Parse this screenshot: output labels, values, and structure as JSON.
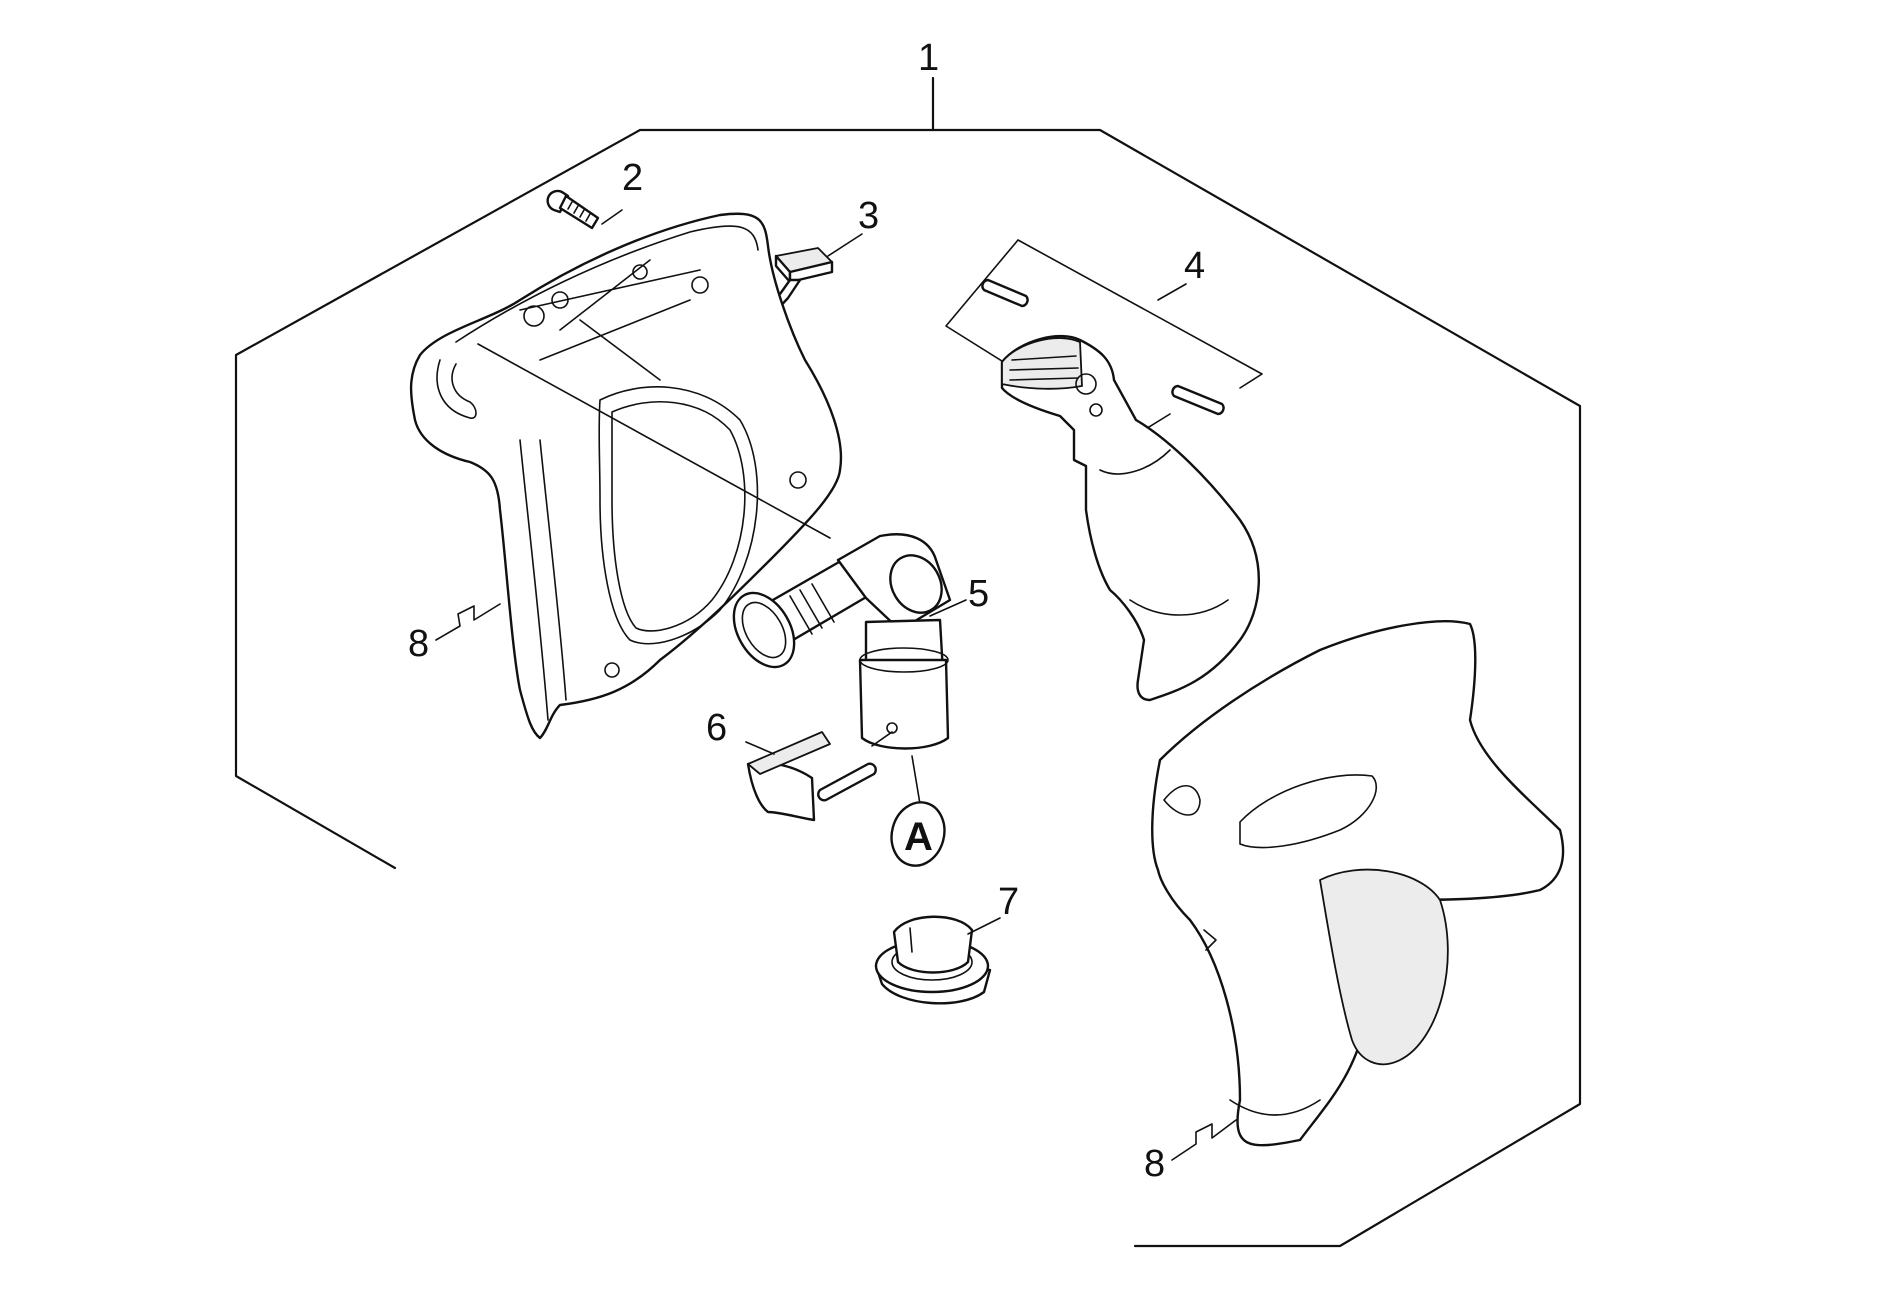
{
  "labels": {
    "l1": "1",
    "l2": "2",
    "l3": "3",
    "l4": "4",
    "l5": "5",
    "l6": "6",
    "l7": "7",
    "l8a": "8",
    "l8b": "8",
    "refA": "A"
  }
}
